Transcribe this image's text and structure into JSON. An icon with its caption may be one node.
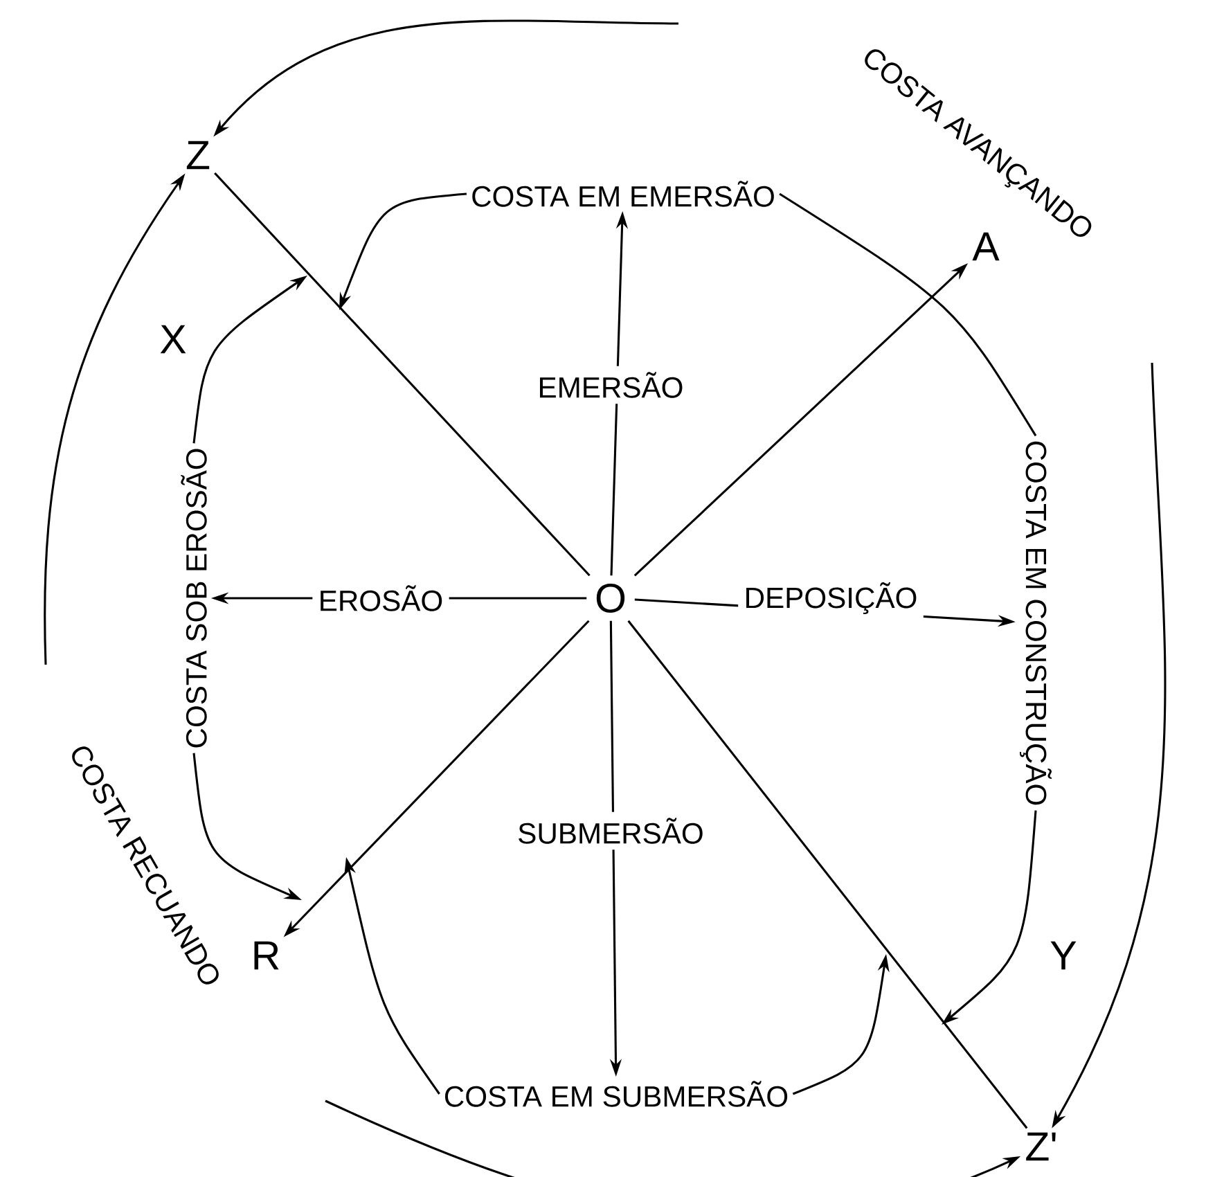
{
  "diagram": {
    "nodes": [
      {
        "text": [
          "O"
        ]
      },
      {
        "text": [
          "Z"
        ]
      },
      {
        "text": [
          "A"
        ]
      },
      {
        "text": [
          "R"
        ]
      },
      {
        "text": [
          "Z'"
        ]
      },
      {
        "text": [
          "COSTA EM EMERSÃO"
        ]
      },
      {
        "text": [
          "COSTA EM CONSTRUÇÃO"
        ]
      },
      {
        "text": [
          "COSTA EM SUBMERSÃO"
        ]
      },
      {
        "text": [
          "COSTA SOB EROSÃO"
        ]
      }
    ],
    "edges": [
      {
        "from": 0,
        "to": 1,
        "arrow": "none"
      },
      {
        "from": 0,
        "to": 2,
        "arrow": "to"
      },
      {
        "from": 0,
        "to": 3,
        "arrow": "to"
      },
      {
        "from": 0,
        "to": 4,
        "arrow": "none"
      },
      {
        "from": 0,
        "to": 5,
        "arrow": "to",
        "label": "EMERSÃO"
      },
      {
        "from": 0,
        "to": 7,
        "arrow": "to",
        "label": "SUBMERSÃO"
      },
      {
        "from": 0,
        "to": 8,
        "arrow": "to",
        "label": "EROSÃO"
      },
      {
        "from": 0,
        "to": 6,
        "arrow": "to",
        "label": "DEPOSIÇÃO"
      },
      {
        "from": 5,
        "to": null,
        "arrow": "to"
      },
      {
        "from": 6,
        "to": 5,
        "arrow": "none"
      },
      {
        "from": 6,
        "to": null,
        "arrow": "to"
      },
      {
        "from": 7,
        "to": null,
        "arrow": "to"
      },
      {
        "from": 7,
        "to": null,
        "arrow": "to"
      },
      {
        "from": 8,
        "to": null,
        "arrow": "to"
      },
      {
        "from": 8,
        "to": null,
        "arrow": "to"
      },
      {
        "from": null,
        "to": 1,
        "arrow": "to"
      },
      {
        "from": null,
        "to": 1,
        "arrow": "to"
      },
      {
        "from": null,
        "to": 4,
        "arrow": "to"
      },
      {
        "from": null,
        "to": 4,
        "arrow": "to"
      }
    ],
    "labels": [
      "COSTA AVANÇANDO",
      "X",
      "Y",
      "COSTA RECUANDO"
    ]
  }
}
